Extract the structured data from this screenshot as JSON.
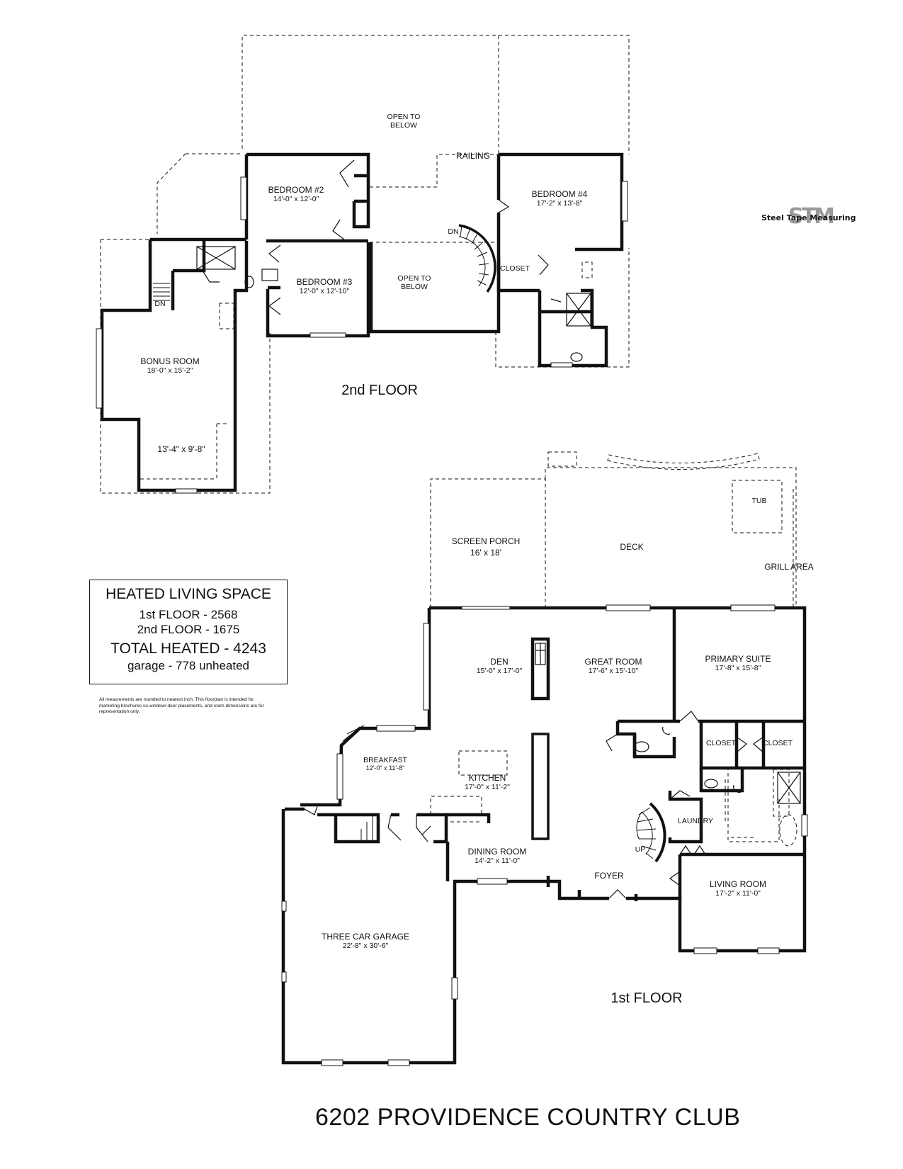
{
  "address": "6202 PROVIDENCE COUNTRY CLUB",
  "brand": {
    "mark": "STM",
    "name": "Steel Tape Measuring"
  },
  "floor2": {
    "title": "2nd FLOOR",
    "rooms": {
      "open_below_top": {
        "name": "OPEN TO",
        "name2": "BELOW"
      },
      "railing": "RAILING",
      "bedroom2": {
        "name": "BEDROOM #2",
        "dims": "14'-0\" x 12'-0\""
      },
      "bedroom4": {
        "name": "BEDROOM #4",
        "dims": "17'-2\" x 13'-8\""
      },
      "bedroom3": {
        "name": "BEDROOM #3",
        "dims": "12'-0\" x 12'-10\""
      },
      "open_below_mid": {
        "name": "OPEN TO",
        "name2": "BELOW"
      },
      "closet": "CLOSET",
      "dn_stair": "DN",
      "dn_left": "DN",
      "bonus": {
        "name": "BONUS ROOM",
        "dims": "18'-0\" x 15'-2\""
      },
      "bonus_alcove": "13'-4\" x 9'-8\""
    }
  },
  "floor1": {
    "title": "1st FLOOR",
    "rooms": {
      "screen_porch": {
        "name": "SCREEN PORCH",
        "dims": "16' x 18'"
      },
      "deck": "DECK",
      "tub": "TUB",
      "grill": "GRILL AREA",
      "den": {
        "name": "DEN",
        "dims": "15'-0\" x 17'-0\""
      },
      "great_room": {
        "name": "GREAT ROOM",
        "dims": "17'-6\" x 15'-10\""
      },
      "primary_suite": {
        "name": "PRIMARY SUITE",
        "dims": "17'-8\" x 15'-8\""
      },
      "closet_a": "CLOSET",
      "closet_b": "CLOSET",
      "breakfast": {
        "name": "BREAKFAST",
        "dims": "12'-0\" x 11'-8\""
      },
      "kitchen": {
        "name": "KITCHEN",
        "dims": "17'-0\" x 11'-2\""
      },
      "laundry": "LAUNDRY",
      "up": "UP",
      "dining": {
        "name": "DINING ROOM",
        "dims": "14'-2\" x 11'-0\""
      },
      "foyer": "FOYER",
      "living": {
        "name": "LIVING ROOM",
        "dims": "17'-2\" x 11'-0\""
      },
      "garage": {
        "name": "THREE CAR GARAGE",
        "dims": "22'-8\" x 30'-6\""
      }
    }
  },
  "legend": {
    "title": "HEATED LIVING SPACE",
    "line1": "1st FLOOR - 2568",
    "line2": "2nd FLOOR - 1675",
    "total": "TOTAL HEATED - 4243",
    "garage": "garage - 778 unheated"
  },
  "disclaimer": "All meaurements are rounded to nearest inch. This floorplan is intended for marketing brochures so window/ door placements, and room dimensions are for representation only."
}
